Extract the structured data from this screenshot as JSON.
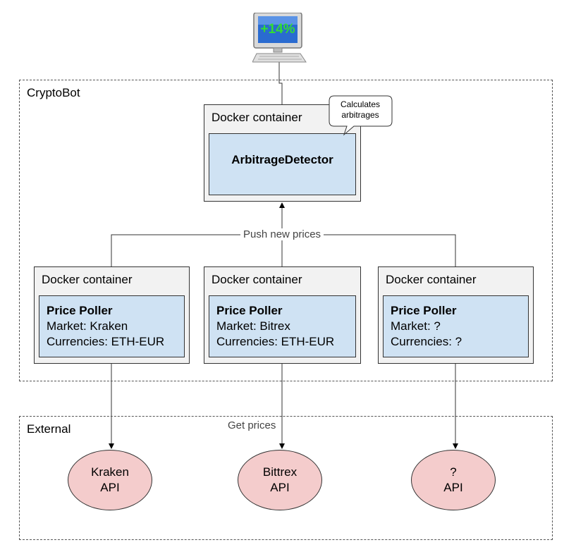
{
  "monitor": {
    "screen_text": "+14%"
  },
  "cryptobot": {
    "label": "CryptoBot",
    "detector": {
      "container_label": "Docker container",
      "name": "ArbitrageDetector",
      "callout": [
        "Calculates",
        "arbitrages"
      ]
    },
    "push_label": "Push new prices",
    "pollers": [
      {
        "container_label": "Docker container",
        "title": "Price Poller",
        "market": "Market: Kraken",
        "currencies": "Currencies: ETH-EUR"
      },
      {
        "container_label": "Docker container",
        "title": "Price Poller",
        "market": "Market: Bitrex",
        "currencies": "Currencies: ETH-EUR"
      },
      {
        "container_label": "Docker container",
        "title": "Price Poller",
        "market": "Market: ?",
        "currencies": "Currencies: ?"
      }
    ]
  },
  "external": {
    "label": "External",
    "get_label": "Get prices",
    "apis": [
      {
        "name": "Kraken",
        "suffix": "API"
      },
      {
        "name": "Bittrex",
        "suffix": "API"
      },
      {
        "name": "?",
        "suffix": "API"
      }
    ]
  },
  "colors": {
    "container_bg": "#f2f2f2",
    "component_bg": "#cfe2f3",
    "api_bg": "#f4cccc",
    "screen_text": "#33dd33"
  }
}
